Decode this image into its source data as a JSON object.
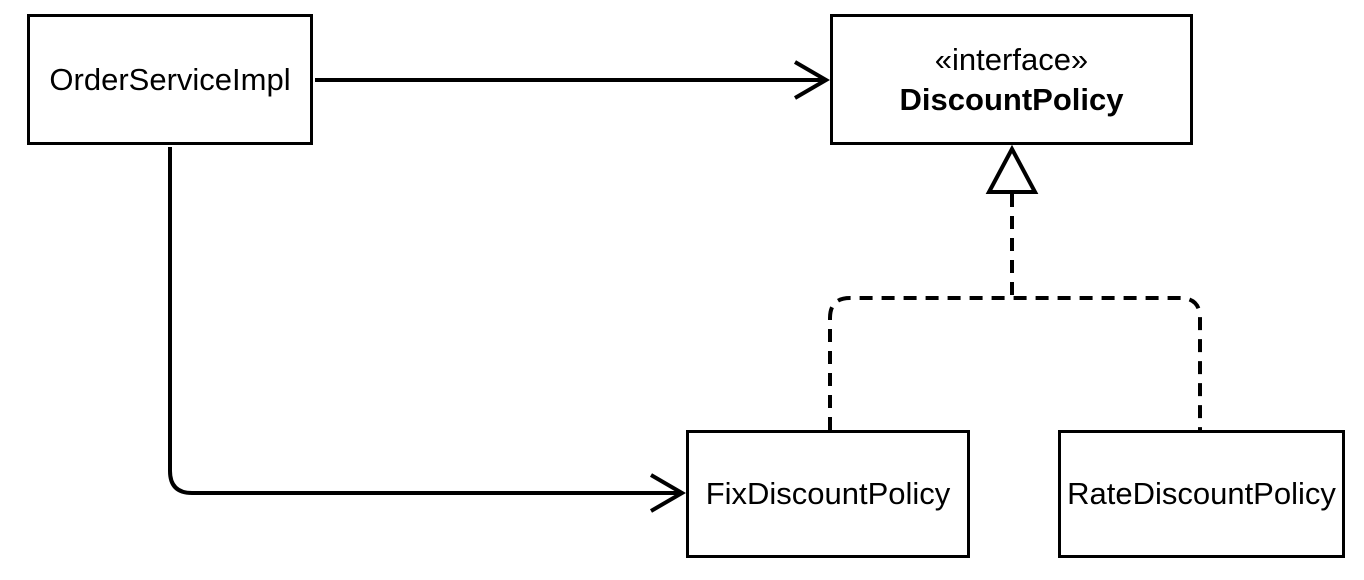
{
  "diagram": {
    "type": "uml-class-diagram",
    "colors": {
      "stroke": "#000000",
      "fill": "#ffffff",
      "text": "#000000"
    },
    "nodes": [
      {
        "name": "OrderServiceImpl",
        "kind": "class"
      },
      {
        "stereotype": "«interface»",
        "name": "DiscountPolicy",
        "kind": "interface"
      },
      {
        "name": "FixDiscountPolicy",
        "kind": "class"
      },
      {
        "name": "RateDiscountPolicy",
        "kind": "class"
      }
    ],
    "edges": [
      {
        "from": "OrderServiceImpl",
        "to": "DiscountPolicy",
        "type": "dependency",
        "line": "solid",
        "arrowhead": "open-arrow"
      },
      {
        "from": "OrderServiceImpl",
        "to": "FixDiscountPolicy",
        "type": "dependency",
        "line": "solid",
        "arrowhead": "open-arrow"
      },
      {
        "from": "FixDiscountPolicy",
        "to": "DiscountPolicy",
        "type": "realization",
        "line": "dashed",
        "arrowhead": "hollow-triangle"
      },
      {
        "from": "RateDiscountPolicy",
        "to": "DiscountPolicy",
        "type": "realization",
        "line": "dashed",
        "arrowhead": "hollow-triangle"
      }
    ]
  }
}
